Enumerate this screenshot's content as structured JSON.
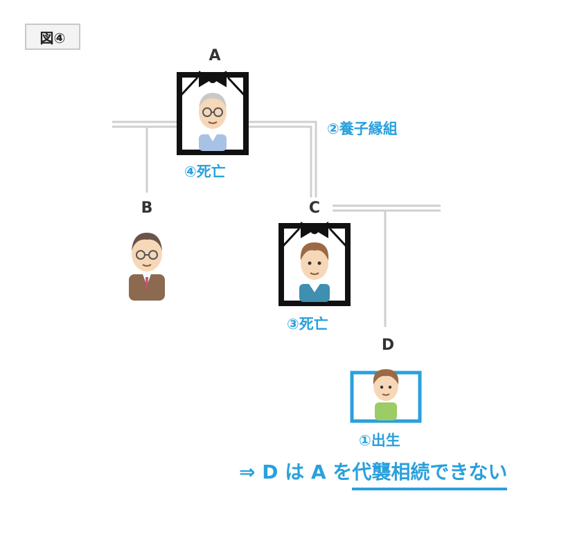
{
  "figure_label": "図④",
  "people": {
    "a": {
      "name": "A",
      "status": "deceased"
    },
    "b": {
      "name": "B",
      "status": "living"
    },
    "c": {
      "name": "C",
      "status": "deceased"
    },
    "d": {
      "name": "D",
      "status": "living"
    }
  },
  "events": {
    "birth_d": "①出生",
    "adoption": "②養子縁組",
    "death_c": "③死亡",
    "death_a": "④死亡"
  },
  "conclusion": {
    "prefix": "⇒ D は A を",
    "emphasis": "代襲相続できない"
  },
  "colors": {
    "accent": "#2aa0dc",
    "mourning_frame": "#111111",
    "living_frame": "#2aa0dc",
    "line": "#cfcfcf"
  }
}
